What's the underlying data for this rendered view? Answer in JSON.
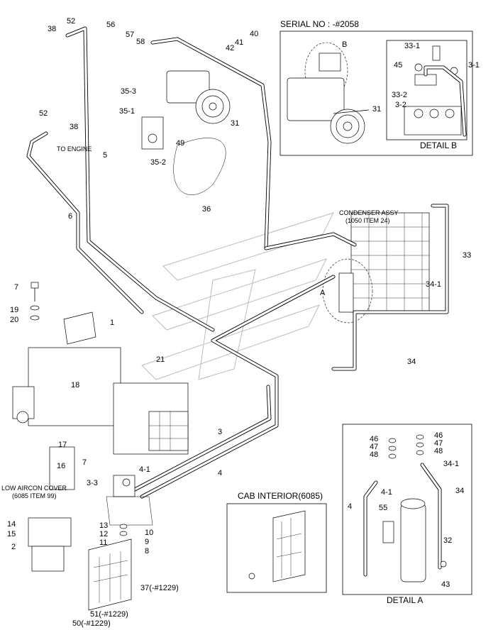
{
  "header": {
    "serial_note": "SERIAL NO : -#2058"
  },
  "details": {
    "detail_a": "DETAIL A",
    "detail_b": "DETAIL B",
    "detail_a_marker": "A",
    "detail_b_marker": "B"
  },
  "notes": {
    "to_engine": "TO ENGINE",
    "condenser_line1": "CONDENSER ASSY",
    "condenser_line2": "(1050 ITEM 24)",
    "cab_interior": "CAB INTERIOR(6085)",
    "low_aircon_line1": "LOW AIRCON COVER",
    "low_aircon_line2": "(6085 ITEM 99)"
  },
  "labels": {
    "p1": "1",
    "p2": "2",
    "p3": "3",
    "p4": "4",
    "p5": "5",
    "p6": "6",
    "p7a": "7",
    "p7b": "7",
    "p8": "8",
    "p9": "9",
    "p10": "10",
    "p11": "11",
    "p12": "12",
    "p13": "13",
    "p14": "14",
    "p15": "15",
    "p16": "16",
    "p17": "17",
    "p18": "18",
    "p19": "19",
    "p20": "20",
    "p21": "21",
    "p3_1": "3-1",
    "p3_2": "3-2",
    "p3_3": "3-3",
    "p4_1a": "4-1",
    "p4_1b": "4-1",
    "p4b": "4",
    "p31a": "31",
    "p31b": "31",
    "p32": "32",
    "p33": "33",
    "p33_1": "33-1",
    "p33_2": "33-2",
    "p34a": "34",
    "p34b": "34",
    "p34_1a": "34-1",
    "p34_1b": "34-1",
    "p35_1": "35-1",
    "p35_2": "35-2",
    "p35_3": "35-3",
    "p36": "36",
    "p37": "37(-#1229)",
    "p38a": "38",
    "p38b": "38",
    "p40": "40",
    "p41": "41",
    "p42": "42",
    "p43": "43",
    "p45": "45",
    "p46a": "46",
    "p46b": "46",
    "p47a": "47",
    "p47b": "47",
    "p48a": "48",
    "p48b": "48",
    "p49": "49",
    "p50": "50(-#1229)",
    "p51": "51(-#1229)",
    "p52a": "52",
    "p52b": "52",
    "p55": "55",
    "p56": "56",
    "p57": "57",
    "p58": "58"
  }
}
